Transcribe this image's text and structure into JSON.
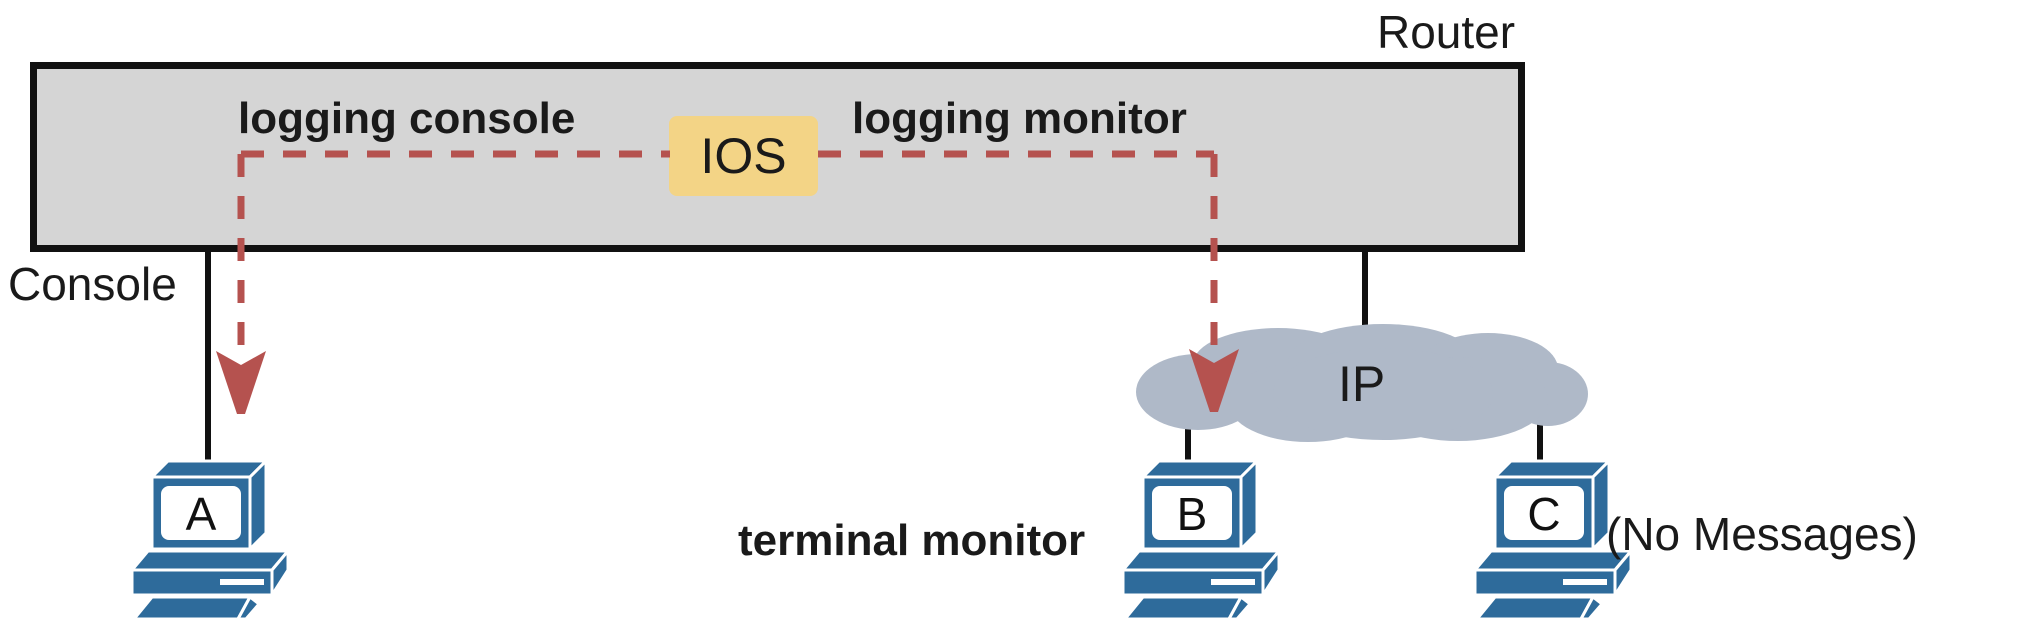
{
  "diagram": {
    "router_label": "Router",
    "console_label": "Console",
    "logging_console_label": "logging console",
    "logging_monitor_label": "logging monitor",
    "ios_label": "IOS",
    "ip_label": "IP",
    "terminal_monitor_label": "terminal monitor",
    "no_messages_label": "(No Messages)",
    "computers": [
      {
        "letter": "A"
      },
      {
        "letter": "B"
      },
      {
        "letter": "C"
      }
    ],
    "colors": {
      "router_fill": "#D5D5D5",
      "ios_fill": "#F3D486",
      "flow_red": "#B5524F",
      "cloud_fill": "#AFB9C8",
      "computer_blue": "#2E6B9B",
      "line_black": "#111111"
    }
  }
}
